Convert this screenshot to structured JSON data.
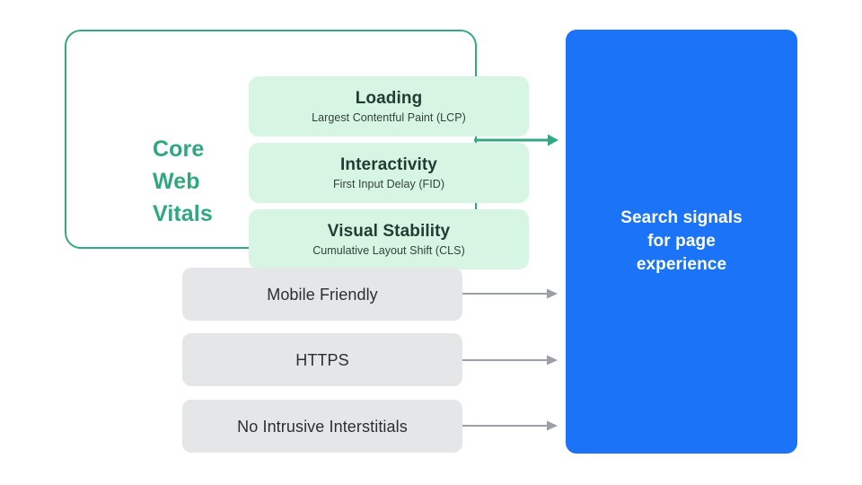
{
  "diagram": {
    "title": "Page experience signals diagram",
    "colors": {
      "green_outline": "#34A883",
      "green_label_text": "#2FA77F",
      "pale_green_fill": "#D7F5E3",
      "gray_fill": "#E5E6E7",
      "blue_fill": "#1B74F7",
      "gray_arrow": "#9AA0A6",
      "green_arrow": "#34A883",
      "background": "#FFFFFF"
    },
    "core_web_vitals": {
      "label": "Core\nWeb\nVitals",
      "metrics": [
        {
          "title": "Loading",
          "subtitle": "Largest Contentful Paint (LCP)"
        },
        {
          "title": "Interactivity",
          "subtitle": "First Input Delay (FID)"
        },
        {
          "title": "Visual Stability",
          "subtitle": "Cumulative Layout Shift (CLS)"
        }
      ]
    },
    "other_signals": [
      {
        "title": "Mobile Friendly"
      },
      {
        "title": "HTTPS"
      },
      {
        "title": "No Intrusive Interstitials"
      }
    ],
    "destination": {
      "text": "Search signals\nfor page\nexperience"
    },
    "arrows": [
      {
        "name": "core-web-vitals-to-destination",
        "color": "#34A883"
      },
      {
        "name": "mobile-friendly-to-destination",
        "color": "#9AA0A6"
      },
      {
        "name": "https-to-destination",
        "color": "#9AA0A6"
      },
      {
        "name": "no-intrusive-interstitials-to-destination",
        "color": "#9AA0A6"
      }
    ]
  }
}
